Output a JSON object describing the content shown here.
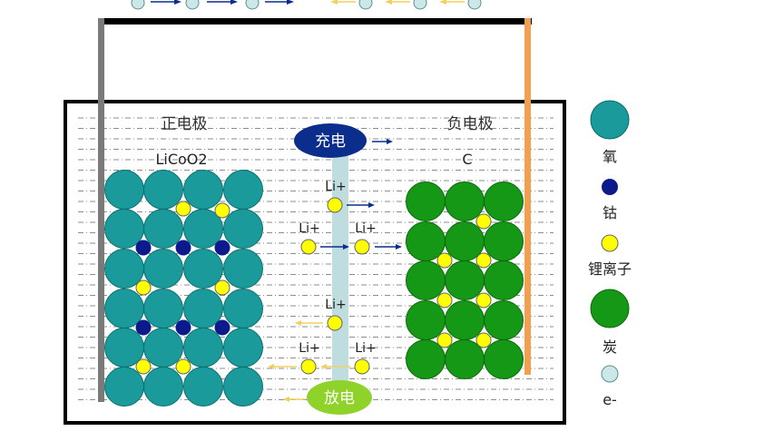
{
  "diagram": {
    "positive_electrode": {
      "title": "正电极",
      "formula": "LiCoO2"
    },
    "negative_electrode": {
      "title": "负电极",
      "formula": "C"
    },
    "charge_label": "充电",
    "discharge_label": "放电",
    "li_ion_label": "Li+",
    "legend": [
      {
        "key": "oxygen",
        "label": "氧",
        "color": "#1a9a9a"
      },
      {
        "key": "cobalt",
        "label": "钴",
        "color": "#0d1a8c"
      },
      {
        "key": "lithium",
        "label": "锂离子",
        "color": "#ffff00"
      },
      {
        "key": "carbon",
        "label": "炭",
        "color": "#159815"
      },
      {
        "key": "electron",
        "label": "e-",
        "color": "#cce7e7"
      }
    ],
    "colors": {
      "charge_fill": "#0b2d8c",
      "discharge_fill": "#8fd32a",
      "left_wire": "#7a7a7a",
      "right_wire": "#f0a050",
      "electrolyte": "#bfdcdf",
      "charge_arrow": "#0b2d8c",
      "discharge_arrow": "#f0d060"
    }
  }
}
